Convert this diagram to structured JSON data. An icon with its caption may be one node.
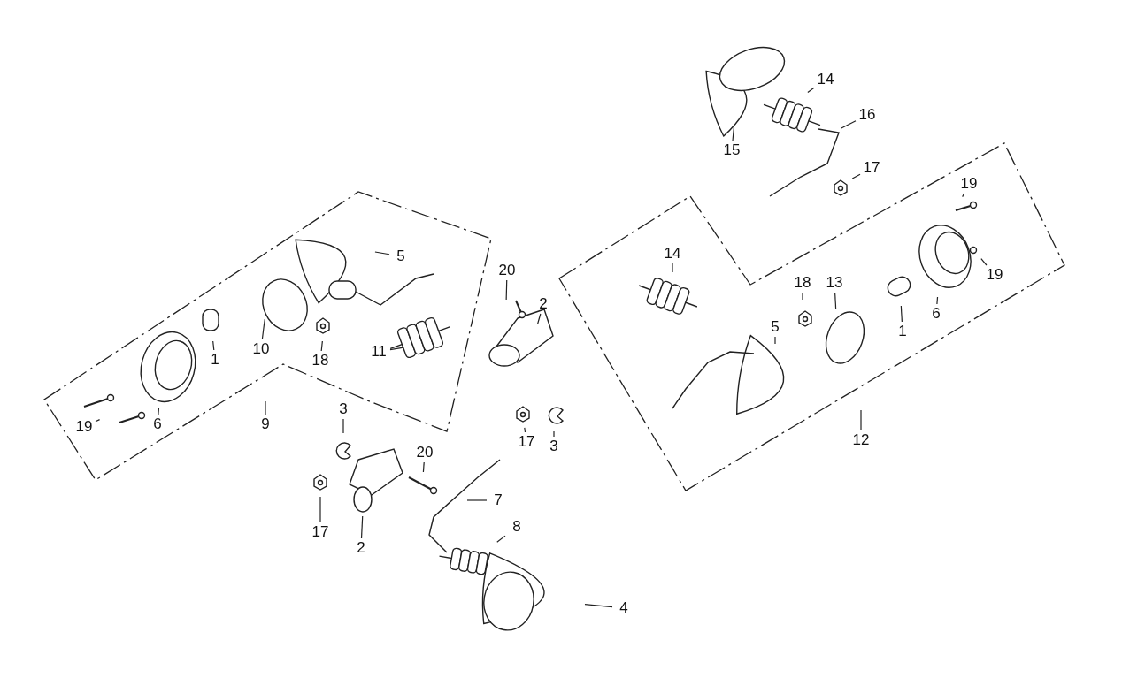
{
  "diagram": {
    "nodes": [
      {
        "text": [
          "14"
        ]
      },
      {
        "text": [
          "16"
        ]
      },
      {
        "text": [
          "15"
        ]
      },
      {
        "text": [
          "17"
        ]
      },
      {
        "text": [
          "19"
        ]
      },
      {
        "text": [
          "5"
        ]
      },
      {
        "text": [
          "14"
        ]
      },
      {
        "text": [
          "20"
        ]
      },
      {
        "text": [
          "2"
        ]
      },
      {
        "text": [
          "19"
        ]
      },
      {
        "text": [
          "18"
        ]
      },
      {
        "text": [
          "13"
        ]
      },
      {
        "text": [
          "5"
        ]
      },
      {
        "text": [
          "6"
        ]
      },
      {
        "text": [
          "1"
        ]
      },
      {
        "text": [
          "10"
        ]
      },
      {
        "text": [
          "18"
        ]
      },
      {
        "text": [
          "11"
        ]
      },
      {
        "text": [
          "1"
        ]
      },
      {
        "text": [
          "19"
        ]
      },
      {
        "text": [
          "6"
        ]
      },
      {
        "text": [
          "9"
        ]
      },
      {
        "text": [
          "3"
        ]
      },
      {
        "text": [
          "17"
        ]
      },
      {
        "text": [
          "3"
        ]
      },
      {
        "text": [
          "20"
        ]
      },
      {
        "text": [
          "12"
        ]
      },
      {
        "text": [
          "7"
        ]
      },
      {
        "text": [
          "17"
        ]
      },
      {
        "text": [
          "2"
        ]
      },
      {
        "text": [
          "8"
        ]
      },
      {
        "text": [
          "4"
        ]
      }
    ],
    "edges": [
      {
        "from": 0,
        "to": null,
        "arrow": "none"
      },
      {
        "from": 1,
        "to": null,
        "arrow": "none"
      },
      {
        "from": 2,
        "to": null,
        "arrow": "none"
      },
      {
        "from": 3,
        "to": null,
        "arrow": "none"
      },
      {
        "from": 4,
        "to": null,
        "arrow": "none"
      },
      {
        "from": 5,
        "to": null,
        "arrow": "none"
      },
      {
        "from": 6,
        "to": null,
        "arrow": "none"
      },
      {
        "from": 7,
        "to": null,
        "arrow": "none"
      },
      {
        "from": 8,
        "to": null,
        "arrow": "none"
      },
      {
        "from": 9,
        "to": null,
        "arrow": "none"
      },
      {
        "from": 10,
        "to": null,
        "arrow": "none"
      },
      {
        "from": 11,
        "to": null,
        "arrow": "none"
      },
      {
        "from": 12,
        "to": null,
        "arrow": "none"
      },
      {
        "from": 13,
        "to": null,
        "arrow": "none"
      },
      {
        "from": 14,
        "to": null,
        "arrow": "none"
      },
      {
        "from": 15,
        "to": null,
        "arrow": "none"
      },
      {
        "from": 16,
        "to": null,
        "arrow": "none"
      },
      {
        "from": 17,
        "to": null,
        "arrow": "none"
      },
      {
        "from": 18,
        "to": null,
        "arrow": "none"
      },
      {
        "from": 19,
        "to": null,
        "arrow": "none"
      },
      {
        "from": 20,
        "to": null,
        "arrow": "none"
      },
      {
        "from": 21,
        "to": null,
        "arrow": "none"
      },
      {
        "from": 22,
        "to": null,
        "arrow": "none"
      },
      {
        "from": 23,
        "to": null,
        "arrow": "none"
      },
      {
        "from": 24,
        "to": null,
        "arrow": "none"
      },
      {
        "from": 25,
        "to": null,
        "arrow": "none"
      },
      {
        "from": 26,
        "to": null,
        "arrow": "none"
      },
      {
        "from": 27,
        "to": null,
        "arrow": "none"
      },
      {
        "from": 28,
        "to": null,
        "arrow": "none"
      },
      {
        "from": 29,
        "to": null,
        "arrow": "none"
      },
      {
        "from": 30,
        "to": null,
        "arrow": "none"
      },
      {
        "from": 31,
        "to": null,
        "arrow": "none"
      }
    ]
  }
}
